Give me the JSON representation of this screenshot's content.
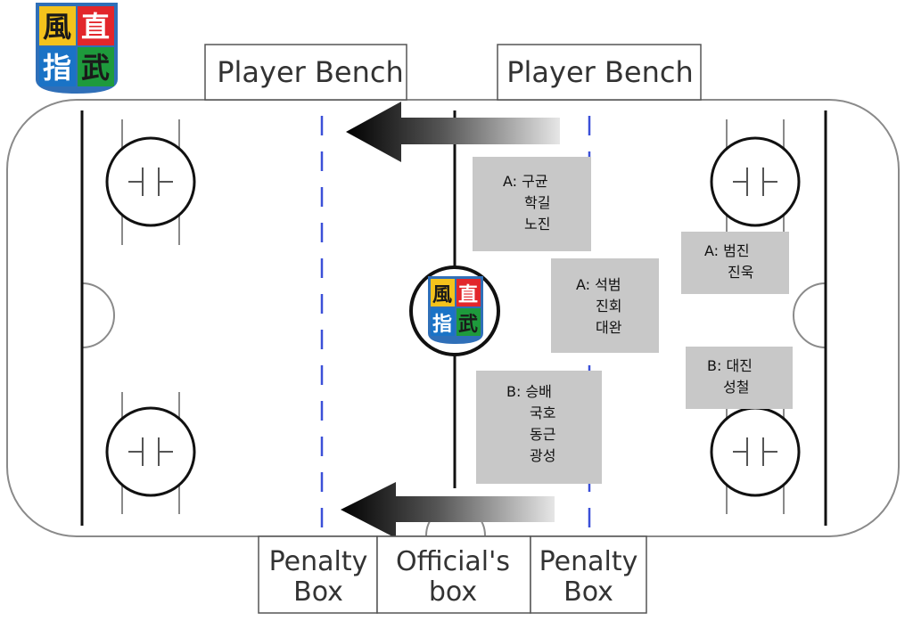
{
  "logo": {
    "chars": [
      "風",
      "直",
      "指",
      "武"
    ],
    "colors": {
      "tl": "#f4c21c",
      "tr": "#e2262b",
      "bl": "#1a73c6",
      "br": "#1e9a3c",
      "frame": "#2f6fb8"
    }
  },
  "rink_labels": {
    "bench_left": "Player Bench",
    "bench_right": "Player Bench",
    "penalty_left": [
      "Penalty",
      "Box"
    ],
    "officials": [
      "Official's",
      "box"
    ],
    "penalty_right": [
      "Penalty",
      "Box"
    ]
  },
  "notes": [
    {
      "lines": [
        "A: 구균",
        "학길",
        "노진"
      ]
    },
    {
      "lines": [
        "A: 석범",
        "진회",
        "대완"
      ]
    },
    {
      "lines": [
        "B: 승배",
        "국호",
        "동근",
        "광성"
      ]
    },
    {
      "lines": [
        "A: 범진",
        "진욱"
      ]
    },
    {
      "lines": [
        "B: 대진",
        "성철"
      ]
    }
  ],
  "colors": {
    "blue_line": "#3b50d8",
    "center_line": "#111111",
    "board": "#888888",
    "note_bg": "#c8c8c8"
  }
}
